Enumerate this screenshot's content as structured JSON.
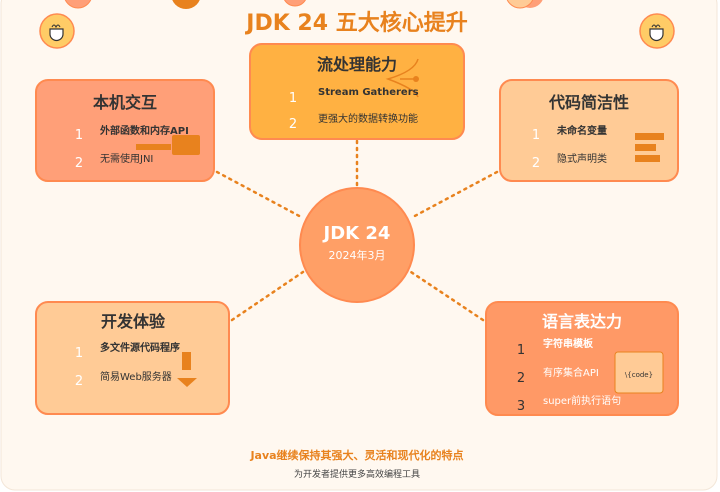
{
  "title": "JDK 24 五大核心提升",
  "center": {
    "title": "JDK 24",
    "subtitle": "2024年3月"
  },
  "cards": {
    "native": {
      "title": "本机交互",
      "items": [
        {
          "num": "1",
          "text": "外部函数和内存API"
        },
        {
          "num": "2",
          "text": "无需使用JNI"
        }
      ]
    },
    "stream": {
      "title": "流处理能力",
      "items": [
        {
          "num": "1",
          "text": "Stream Gatherers"
        },
        {
          "num": "2",
          "text": "更强大的数据转换功能"
        }
      ]
    },
    "concise": {
      "title": "代码简洁性",
      "items": [
        {
          "num": "1",
          "text": "未命名变量"
        },
        {
          "num": "2",
          "text": "隐式声明类"
        }
      ]
    },
    "devexp": {
      "title": "开发体验",
      "items": [
        {
          "num": "1",
          "text": "多文件源代码程序"
        },
        {
          "num": "2",
          "text": "简易Web服务器"
        }
      ]
    },
    "expr": {
      "title": "语言表达力",
      "items": [
        {
          "num": "1",
          "text": "字符串模板"
        },
        {
          "num": "2",
          "text": "有序集合API"
        },
        {
          "num": "3",
          "text": "super前执行语句"
        }
      ],
      "code_badge": "\\{code}"
    }
  },
  "footer": {
    "headline": "Java继续保持其强大、灵活和现代化的特点",
    "sub": "为开发者提供更多高效编程工具"
  },
  "colors": {
    "accent": "#e8821e",
    "background": "#fff8f0",
    "coral": "#ff9f78",
    "orange": "#ffb142",
    "peach": "#ffcb96",
    "border": "#ff8a50"
  }
}
